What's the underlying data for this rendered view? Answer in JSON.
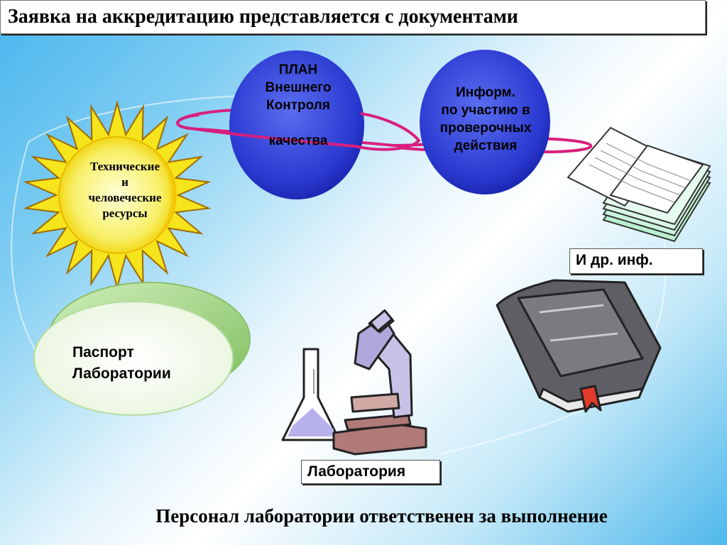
{
  "title": "Заявка на аккредитацию представляется с документами",
  "sun": {
    "lines": [
      "Технические",
      "и",
      "человеческие",
      "ресурсы"
    ]
  },
  "plan_circle": {
    "lines": [
      "ПЛАН",
      "Внешнего",
      "Контроля",
      "",
      "качества"
    ]
  },
  "inform_circle": {
    "lines": [
      "Информ.",
      "по участию в",
      "проверочных",
      "действия"
    ]
  },
  "passport": {
    "lines": [
      "Паспорт",
      "Лаборатории"
    ]
  },
  "other_info_label": "И др. инф.",
  "laboratory_label": "Лаборатория",
  "footer": "Персонал лаборатории ответственен за выполнение",
  "colors": {
    "circle_blue": "#2b3fd6",
    "sun_yellow": "#f6e41c",
    "ring_magenta": "#d81f7e",
    "ellipse_green": "#a9d98a"
  },
  "icons": [
    "sun-icon",
    "documents-stack-icon",
    "book-icon",
    "microscope-icon",
    "flask-icon"
  ]
}
